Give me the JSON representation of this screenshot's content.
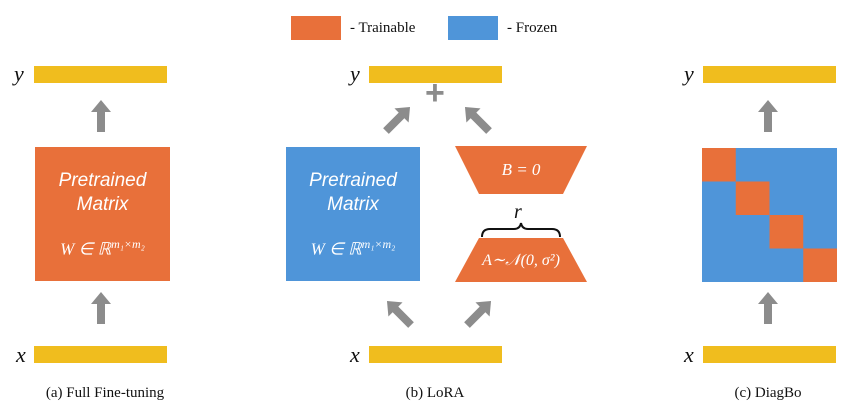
{
  "legend": {
    "trainable": {
      "label": "- Trainable",
      "color": "#e8703a"
    },
    "frozen": {
      "label": "- Frozen",
      "color": "#4f95d9"
    }
  },
  "colors": {
    "bar": "#f0bd1e",
    "arrow": "#8c8c8c",
    "orange": "#e8703a",
    "blue": "#4f95d9"
  },
  "panels": {
    "full_finetuning": {
      "output_var": "y",
      "input_var": "x",
      "matrix_title_1": "Pretrained",
      "matrix_title_2": "Matrix",
      "matrix_formula": "W ∈ ℝ^{m₁×m₂}",
      "caption": "(a) Full Fine-tuning"
    },
    "lora": {
      "output_var": "y",
      "input_var": "x",
      "plus": "+",
      "matrix_title_1": "Pretrained",
      "matrix_title_2": "Matrix",
      "matrix_formula": "W ∈ ℝ^{m₁×m₂}",
      "b_label": "B = 0",
      "rank_label": "r",
      "a_label": "A∼𝒩(0, σ²)",
      "caption": "(b) LoRA"
    },
    "diagbo": {
      "output_var": "y",
      "input_var": "x",
      "blocks": 4,
      "caption": "(c) DiagBo"
    }
  }
}
